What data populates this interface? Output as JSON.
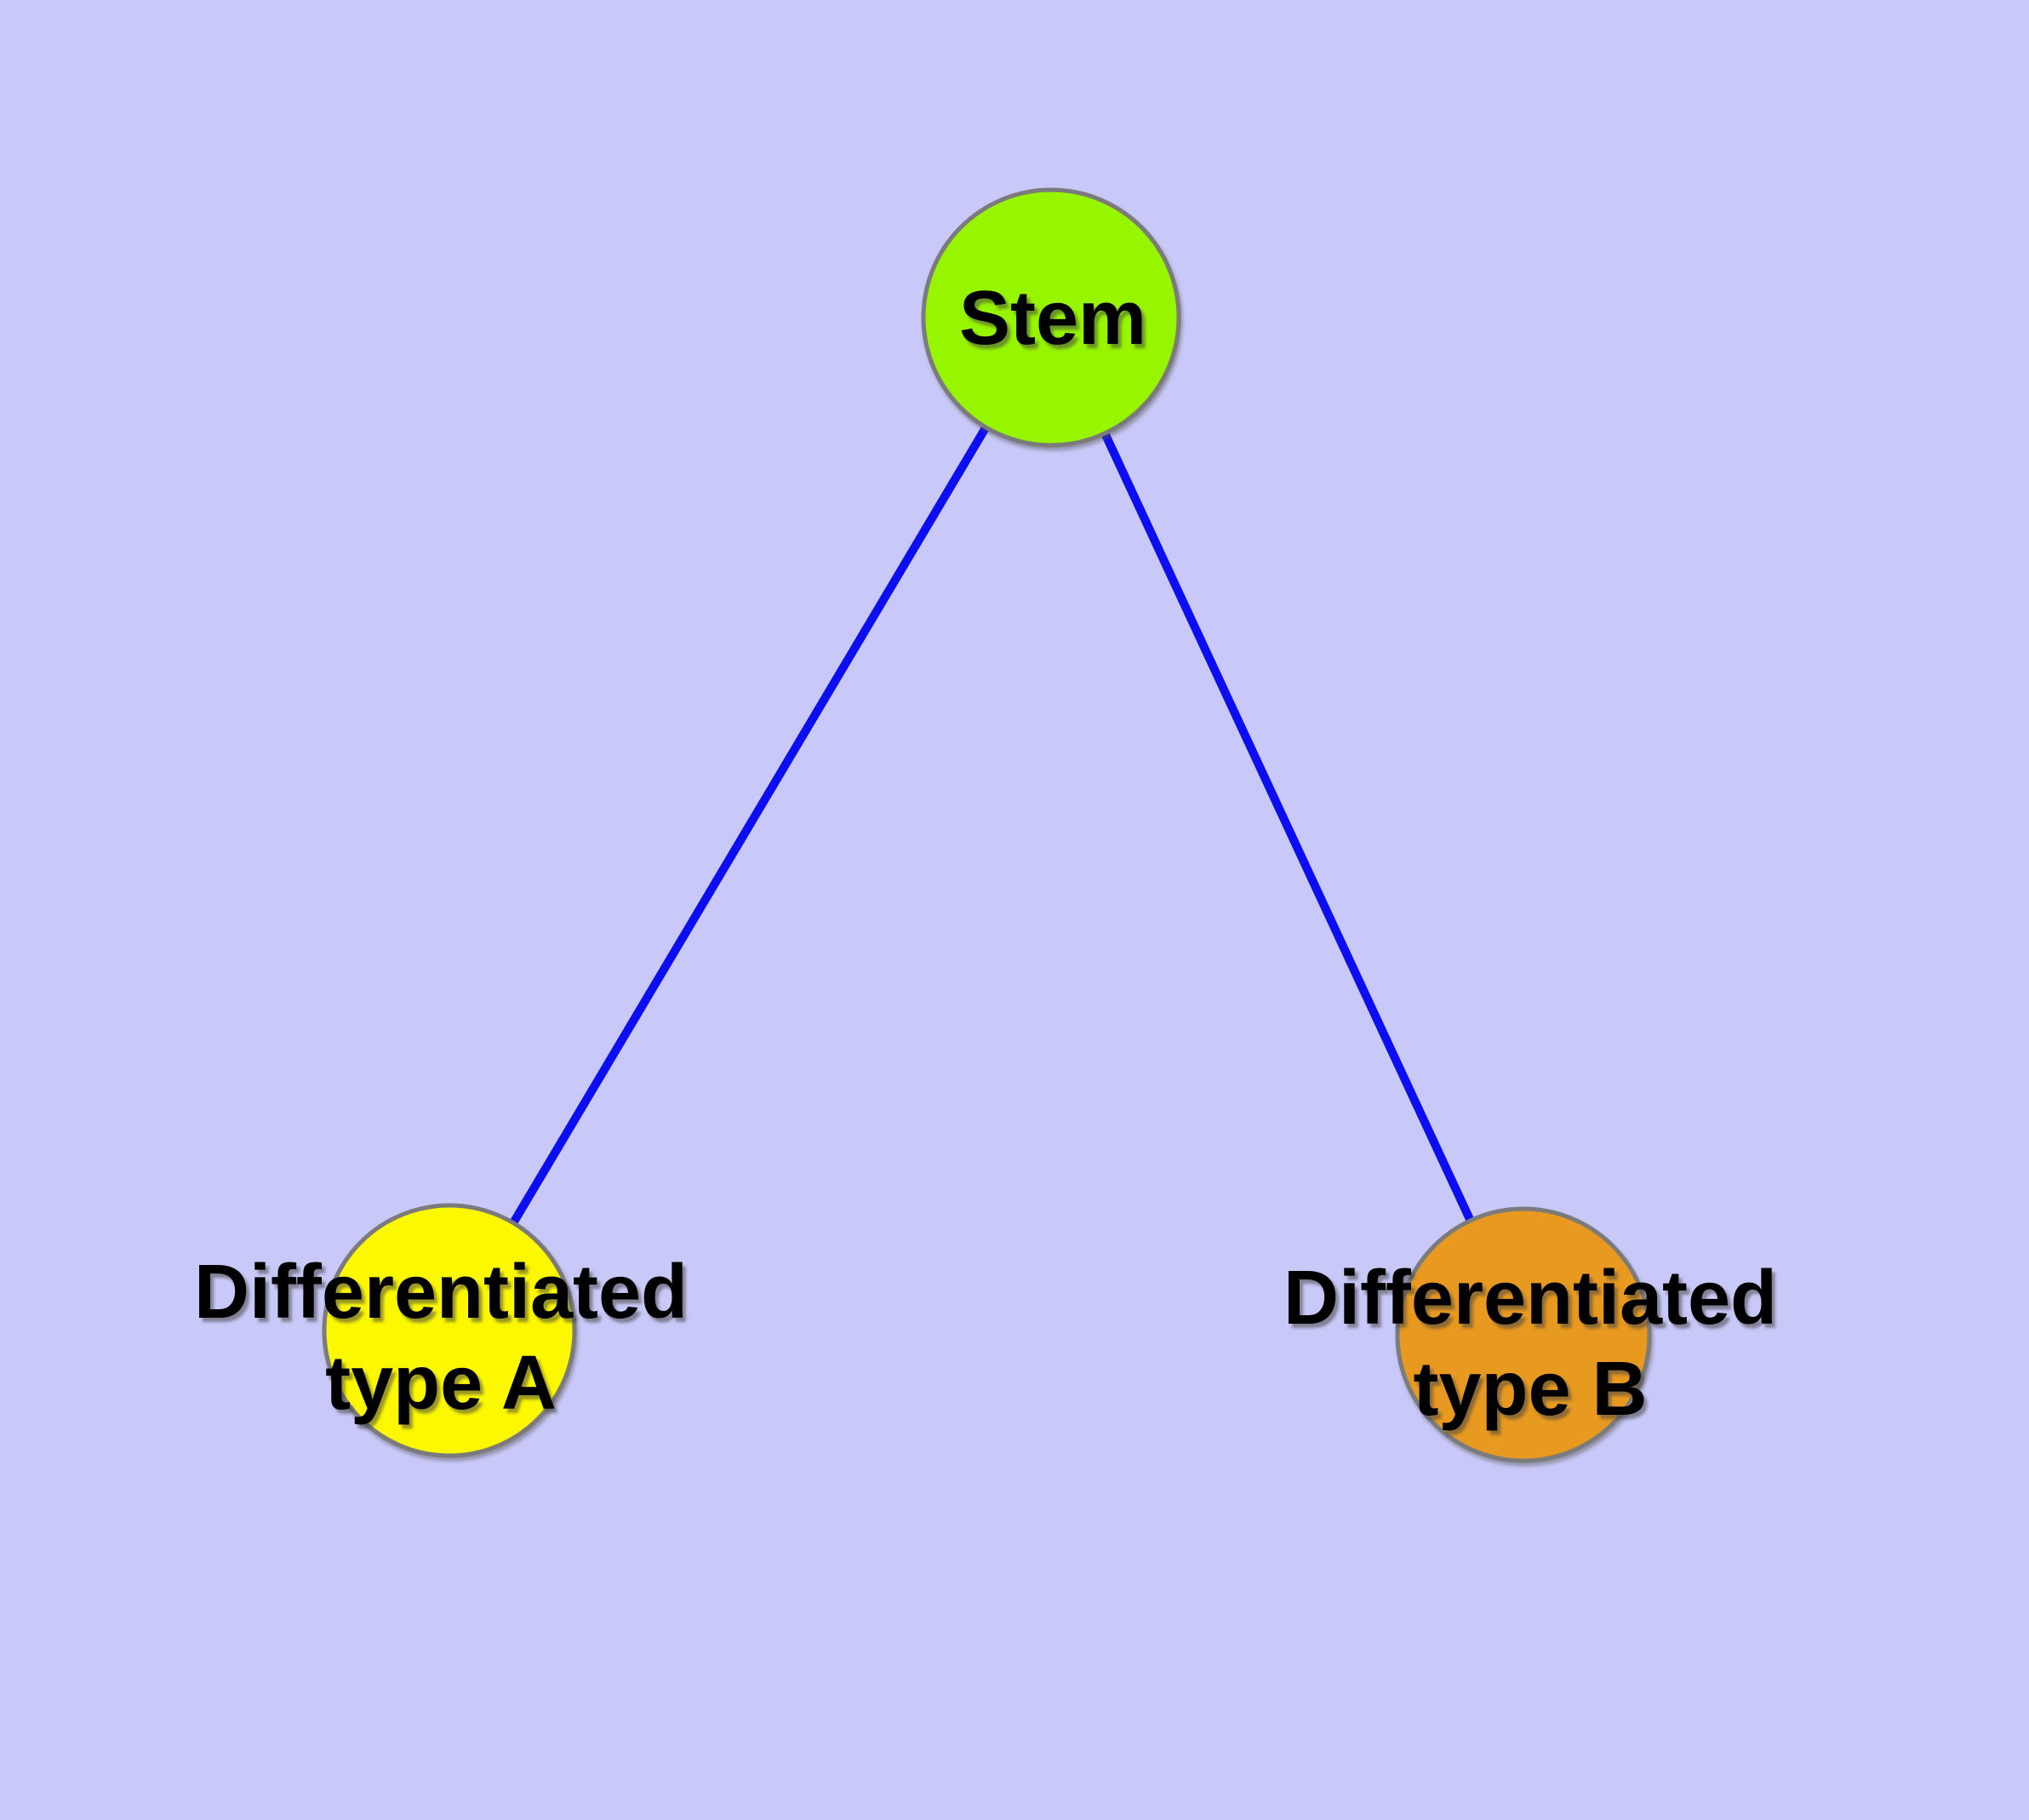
{
  "colors": {
    "background": "#C9C9F9",
    "edge": "#0D0DF2",
    "border": "#7B7B7B",
    "text": "#000000"
  },
  "nodes": [
    {
      "id": "stem",
      "label_line1": "Stem",
      "label_line2": "",
      "fill": "#97F500"
    },
    {
      "id": "type-a",
      "label_line1": "Differentiated",
      "label_line2": "type A",
      "fill": "#FCF800"
    },
    {
      "id": "type-b",
      "label_line1": "Differentiated",
      "label_line2": "type B",
      "fill": "#E8991F"
    }
  ],
  "edges": [
    {
      "from": "Stem",
      "to": "Differentiated type A"
    },
    {
      "from": "Stem",
      "to": "Differentiated type B"
    }
  ]
}
